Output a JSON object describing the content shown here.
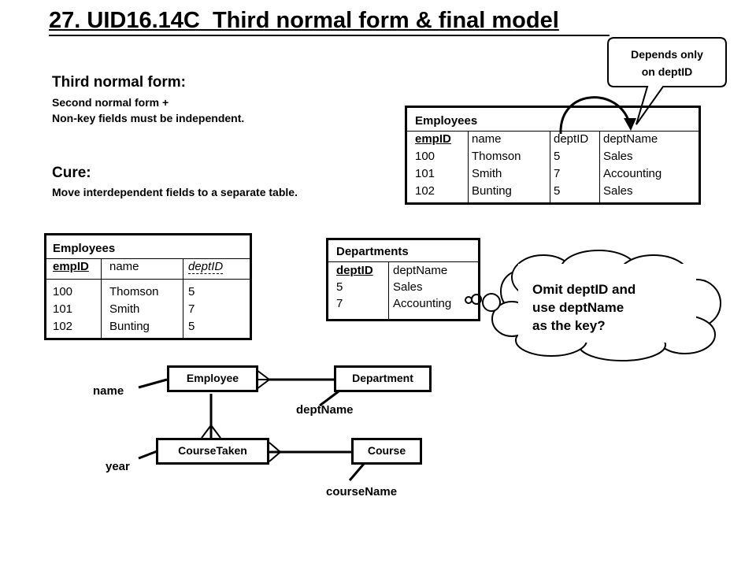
{
  "title": "27. UID16.14C  Third normal form & final model",
  "intro": {
    "heading": "Third normal form:",
    "line1": "Second normal form +",
    "line2": "Non-key fields must be independent.",
    "cure_heading": "Cure:",
    "cure_line": "Move interdependent fields to a separate table."
  },
  "callouts": {
    "speech": [
      "Depends only",
      "on deptID"
    ],
    "thought": [
      "Omit deptID and",
      "use deptName",
      "as the key?"
    ]
  },
  "table_original": {
    "name": "Employees",
    "headers": [
      "empID",
      "name",
      "deptID",
      "deptName"
    ],
    "rows": [
      [
        "100",
        "Thomson",
        "5",
        "Sales"
      ],
      [
        "101",
        "Smith",
        "7",
        "Accounting"
      ],
      [
        "102",
        "Bunting",
        "5",
        "Sales"
      ]
    ]
  },
  "table_employees": {
    "name": "Employees",
    "headers": [
      "empID",
      "name",
      "deptID"
    ],
    "rows": [
      [
        "100",
        "Thomson",
        "5"
      ],
      [
        "101",
        "Smith",
        "7"
      ],
      [
        "102",
        "Bunting",
        "5"
      ]
    ]
  },
  "table_departments": {
    "name": "Departments",
    "headers": [
      "deptID",
      "deptName"
    ],
    "rows": [
      [
        "5",
        "Sales"
      ],
      [
        "7",
        "Accounting"
      ]
    ]
  },
  "er": {
    "entities": [
      "Employee",
      "Department",
      "CourseTaken",
      "Course"
    ],
    "attributes": [
      "name",
      "deptName",
      "year",
      "courseName"
    ]
  }
}
